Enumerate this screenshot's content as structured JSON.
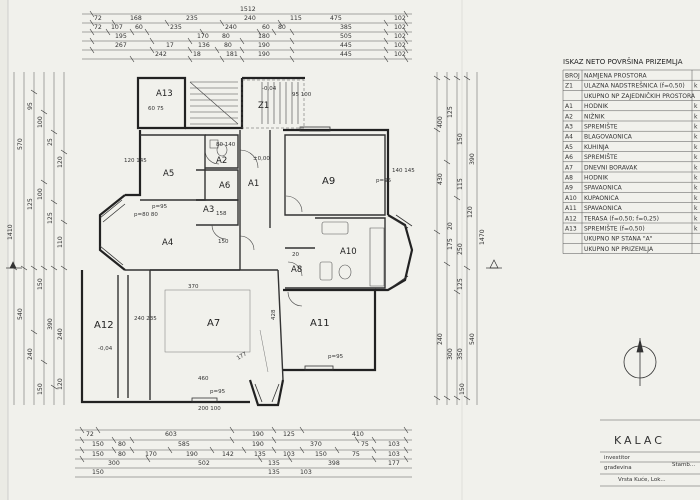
{
  "top_dims": {
    "total": "1512",
    "row1": [
      "72",
      "168",
      "235",
      "240",
      "115",
      "475",
      "102"
    ],
    "row2": [
      "72",
      "107",
      "60",
      "235",
      "240",
      "60",
      "80",
      "385",
      "102"
    ],
    "row3": [
      "195",
      "170",
      "80",
      "180",
      "505",
      "102"
    ],
    "row4": [
      "267",
      "17",
      "136",
      "80",
      "190",
      "445",
      "102"
    ],
    "row5": [
      "242",
      "18",
      "181",
      "190",
      "445",
      "102"
    ]
  },
  "bottom_dims": {
    "row1": [
      "72",
      "603",
      "190",
      "125",
      "410"
    ],
    "row2": [
      "150",
      "80",
      "585",
      "190",
      "370",
      "75",
      "103"
    ],
    "row3": [
      "150",
      "80",
      "170",
      "190",
      "142",
      "135",
      "103",
      "150",
      "75",
      "103"
    ],
    "row4": [
      "300",
      "502",
      "135",
      "398",
      "177"
    ],
    "row5": [
      "150",
      "135",
      "103"
    ]
  },
  "left_dims": {
    "outer": [
      "1410",
      "540",
      "240",
      "150"
    ],
    "inner": [
      "570",
      "390",
      "240",
      "120"
    ],
    "rows": [
      "95",
      "100",
      "25",
      "120",
      "100",
      "125",
      "110",
      "125",
      "150"
    ]
  },
  "right_dims": {
    "outer": [
      "1470",
      "390",
      "540",
      "150"
    ],
    "inner": [
      "430",
      "175",
      "250",
      "125",
      "240"
    ],
    "rows": [
      "125",
      "150",
      "115",
      "20",
      "120",
      "300",
      "350",
      "400"
    ]
  },
  "rooms": {
    "A1": "A1",
    "A2": "A2",
    "A3": "A3",
    "A4": "A4",
    "A5": "A5",
    "A6": "A6",
    "A7": "A7",
    "A8": "A8",
    "A9": "A9",
    "A10": "A10",
    "A11": "A11",
    "A12": "A12",
    "A13": "A13",
    "Z1": "Z1"
  },
  "annotations": {
    "a1_level": "±0,00",
    "z1_level": "-0,04",
    "a12_level": "-0,04",
    "p95": "p=95",
    "p80": "p=80",
    "p80_80": "p=80 80",
    "a9_dim": "140\n145",
    "a9_p": "p=95",
    "a5_dim": "120\n145",
    "a13_dim": "60 75",
    "z1_dim": "95\n100",
    "a3_dim": "158",
    "a7_w1": "370",
    "a7_w2": "460",
    "a7_h": "428",
    "a7_diag": "177",
    "a4_w": "150",
    "a12_dim": "240\n235",
    "a11_p": "p=95",
    "a8_dim": "20",
    "stair": "80\n140",
    "a7_bottom": "p=95",
    "a7_door": "200\n100"
  },
  "table": {
    "title": "ISKAZ NETO POVRŠINA PRIZEMLJA",
    "header_no": "BROJ",
    "header_name": "NAMJENA PROSTORA",
    "rows": [
      {
        "no": "Z1",
        "name": "ULAZNA NADSTREŠNICA (f=0,50)",
        "val": "k"
      },
      {
        "no": "",
        "name": "UKUPNO NP ZAJEDNIČKIH PROSTORA",
        "val": ""
      },
      {
        "no": "A1",
        "name": "HODNIK",
        "val": "k"
      },
      {
        "no": "A2",
        "name": "NIŽNIK",
        "val": "k"
      },
      {
        "no": "A3",
        "name": "SPREMIŠTE",
        "val": "k"
      },
      {
        "no": "A4",
        "name": "BLAGOVAONICA",
        "val": "k"
      },
      {
        "no": "A5",
        "name": "KUHINJA",
        "val": "k"
      },
      {
        "no": "A6",
        "name": "SPREMIŠTE",
        "val": "k"
      },
      {
        "no": "A7",
        "name": "DNEVNI BORAVAK",
        "val": "k"
      },
      {
        "no": "A8",
        "name": "HODNIK",
        "val": "k"
      },
      {
        "no": "A9",
        "name": "SPAVAONICA",
        "val": "k"
      },
      {
        "no": "A10",
        "name": "KUPAONICA",
        "val": "k"
      },
      {
        "no": "A11",
        "name": "SPAVAONICA",
        "val": "k"
      },
      {
        "no": "A12",
        "name": "TERASA (f=0,50; f=0,25)",
        "val": "k"
      },
      {
        "no": "A13",
        "name": "SPREMIŠTE (f=0,50)",
        "val": "k"
      },
      {
        "no": "",
        "name": "UKUPNO NP STANA \"A\"",
        "val": ""
      },
      {
        "no": "",
        "name": "UKUPNO NP PRIZEMLJA",
        "val": ""
      }
    ]
  },
  "title_block": {
    "brand": "KALAC",
    "line1": "investitor",
    "line2": "građevina",
    "line3": "Vrsta Kuće, Lok...",
    "line4": "Stamb..."
  },
  "colors": {
    "paper": "#f1f1ec",
    "line": "#2a2a2a",
    "dimline": "#555555"
  }
}
